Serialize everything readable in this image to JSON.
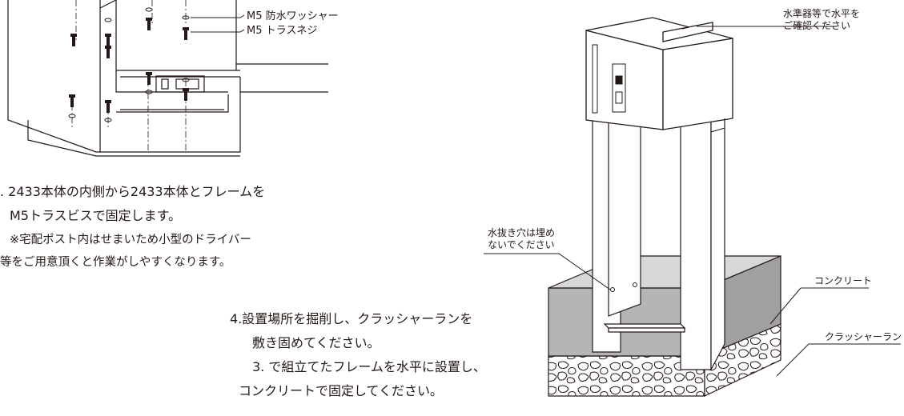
{
  "left_labels": {
    "washer": "M5 防水ワッシャー",
    "screw": "M5 トラスネジ"
  },
  "step3_lines": [
    ". 2433本体の内側から2433本体とフレームを",
    "M5トラスビスで固定します。",
    "※宅配ポスト内はせまいため小型のドライバー",
    "等をご用意頂くと作業がしやすくなります。"
  ],
  "step4_lines": [
    "4.設置場所を掘削し、クラッシャーランを",
    "敷き固めてください。",
    "3. で組立てたフレームを水平に設置し、",
    "コンクリートで固定してください。"
  ],
  "right_labels": {
    "level": [
      "水準器等で水平を",
      "ご確認ください"
    ],
    "drain": [
      "水抜き穴は埋め",
      "ないでください"
    ],
    "concrete": "コンクリート",
    "crusher": "クラッシャーラン"
  },
  "colors": {
    "line": "#231815",
    "concrete": "#9b9b9b",
    "gravel": "#ffffff"
  }
}
